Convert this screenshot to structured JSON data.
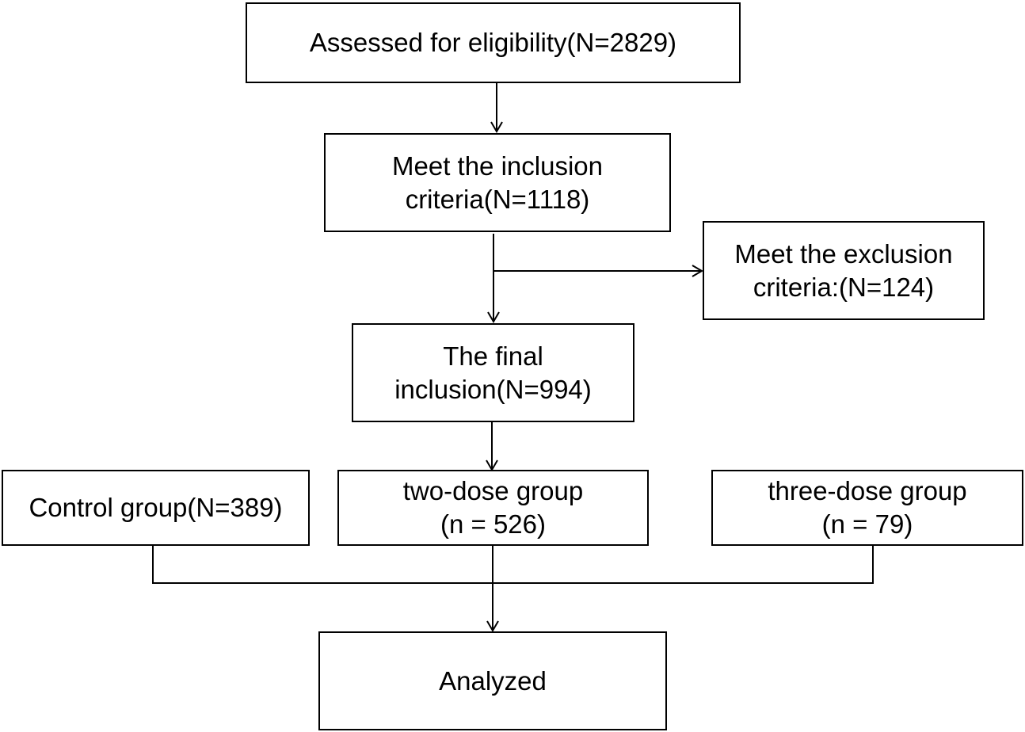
{
  "flowchart": {
    "assessed": {
      "line1": "Assessed for eligibility(N=2829)"
    },
    "inclusion": {
      "line1": "Meet the inclusion",
      "line2": "criteria(N=1118)"
    },
    "exclusion": {
      "line1": "Meet the exclusion",
      "line2": "criteria:(N=124)"
    },
    "final": {
      "line1": "The final",
      "line2": "inclusion(N=994)"
    },
    "control": {
      "line1": "Control group(N=389)"
    },
    "two_dose": {
      "line1": "two-dose group",
      "line2": "(n = 526)"
    },
    "three_dose": {
      "line1": "three-dose group",
      "line2": "(n = 79)"
    },
    "analyzed": {
      "line1": "Analyzed"
    }
  },
  "colors": {
    "stroke": "#000000",
    "background": "#ffffff"
  }
}
